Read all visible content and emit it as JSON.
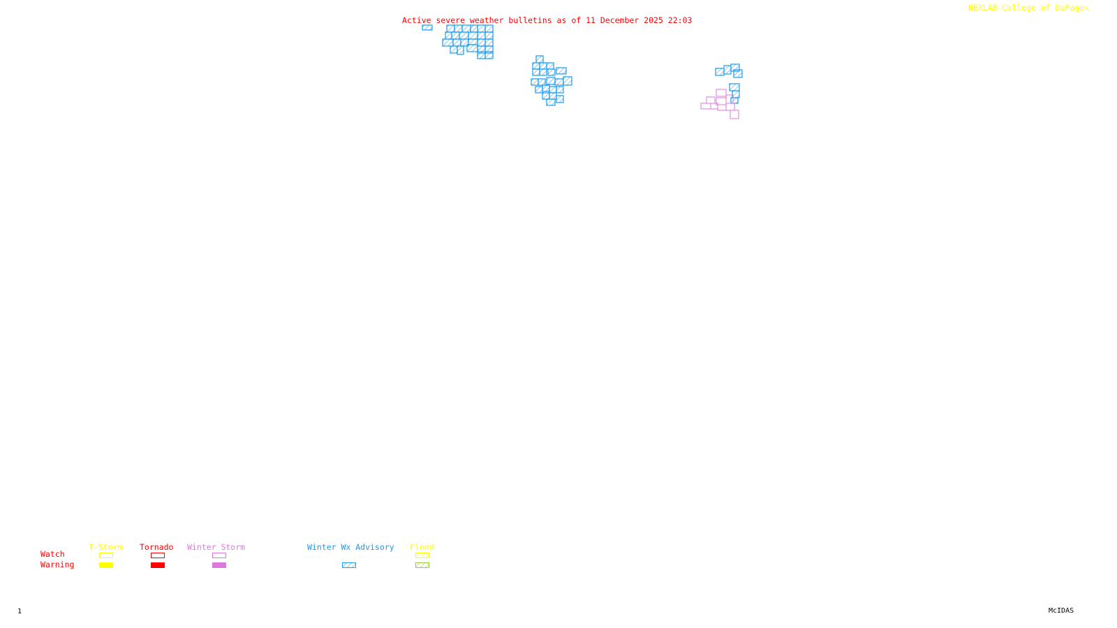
{
  "header": {
    "title": "Active severe weather bulletins as of 11 December 2025 22:03",
    "credit": "NEXLAB-College of DuPage",
    "credit_icon": "nexlab-logo-icon"
  },
  "colors": {
    "title": "#ff0000",
    "credit": "#ffff00",
    "tstorm": "#ffff00",
    "tornado": "#ff0000",
    "winter_storm": "#dd77dd",
    "winter_wx_advisory": "#1a9af0",
    "flood_watch": "#ffff00",
    "flood_warning": "#99cc33"
  },
  "legend": {
    "rows": {
      "watch": "Watch",
      "warning": "Warning"
    },
    "categories": [
      {
        "key": "tstorm",
        "label": "T-Storm",
        "watch": "outline",
        "warning": "filled"
      },
      {
        "key": "tornado",
        "label": "Tornado",
        "watch": "outline",
        "warning": "filled"
      },
      {
        "key": "winter_storm",
        "label": "Winter Storm",
        "watch": "outline",
        "warning": "filled"
      },
      {
        "key": "winter_wx_advisory",
        "label": "Winter Wx Advisory",
        "watch": null,
        "warning": "hatched"
      },
      {
        "key": "flood",
        "label": "Flood",
        "watch": "hatched",
        "warning": "hatched"
      }
    ]
  },
  "footer": {
    "frame_number": "1",
    "software": "McIDAS"
  }
}
